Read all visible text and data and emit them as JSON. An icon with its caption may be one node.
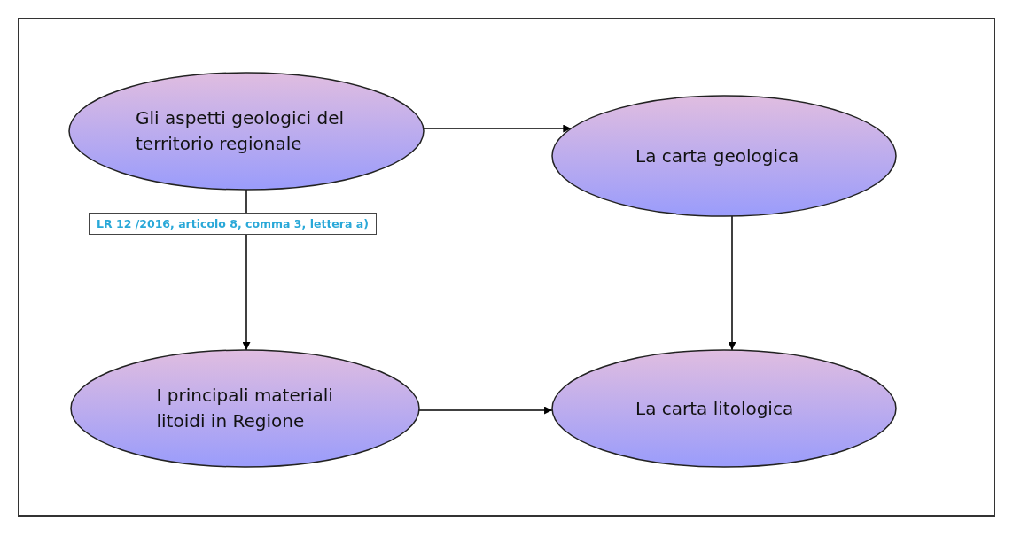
{
  "diagram": {
    "nodes": [
      {
        "text": [
          "Gli aspetti geologici del territorio regionale"
        ]
      },
      {
        "text": [
          "La carta geologica"
        ]
      },
      {
        "text": [
          "I principali materiali litoidi in Regione"
        ]
      },
      {
        "text": [
          "La carta litologica"
        ]
      }
    ],
    "edges": [
      {
        "from": 0,
        "to": 1,
        "arrow": "to"
      },
      {
        "from": 0,
        "to": 2,
        "arrow": "to",
        "label": "LR 12 /2016, articolo 8, comma 3, lettera a)"
      },
      {
        "from": 1,
        "to": 3,
        "arrow": "to"
      },
      {
        "from": 2,
        "to": 3,
        "arrow": "to"
      }
    ]
  }
}
